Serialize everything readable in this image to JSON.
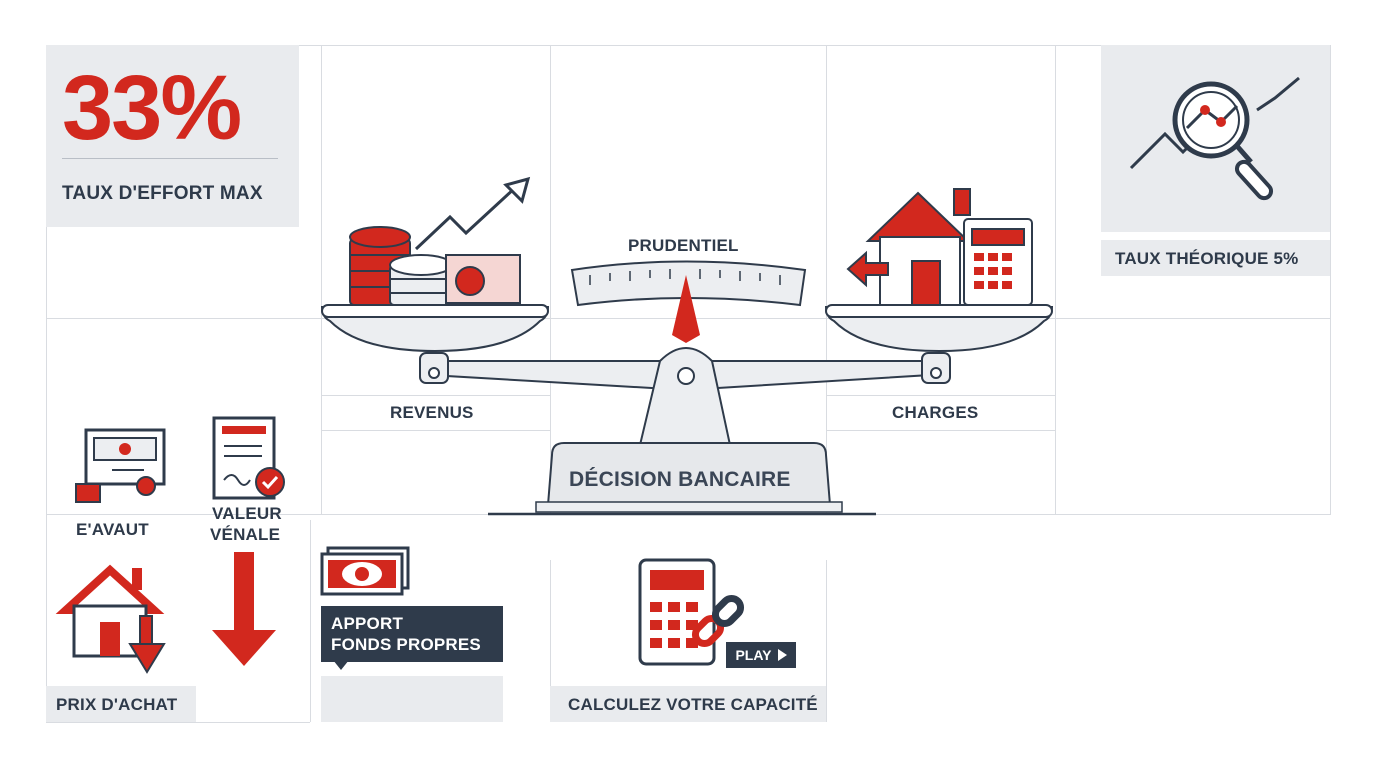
{
  "stat": {
    "value": "33%",
    "label": "TAUX D'EFFORT MAX"
  },
  "theoretical_rate": {
    "label": "TAUX THÉORIQUE 5%"
  },
  "scale": {
    "gauge_label": "PRUDENTIEL",
    "left_pan_label": "REVENUS",
    "right_pan_label": "CHARGES",
    "base_label": "DÉCISION BANCAIRE"
  },
  "items": {
    "aval": "E'AVAUT",
    "valeur_line1": "VALEUR",
    "valeur_line2": "VÉNALE",
    "prix": "PRIX D'ACHAT",
    "apport_line1": "APPORT",
    "apport_line2": "FONDS PROPRES",
    "calc": "CALCULEZ VOTRE CAPACITÉ",
    "play": "PLAY"
  },
  "colors": {
    "accent": "#d2281e",
    "dark": "#2f3b4b",
    "panel": "#e9ebee",
    "grid": "#d9dce1"
  }
}
